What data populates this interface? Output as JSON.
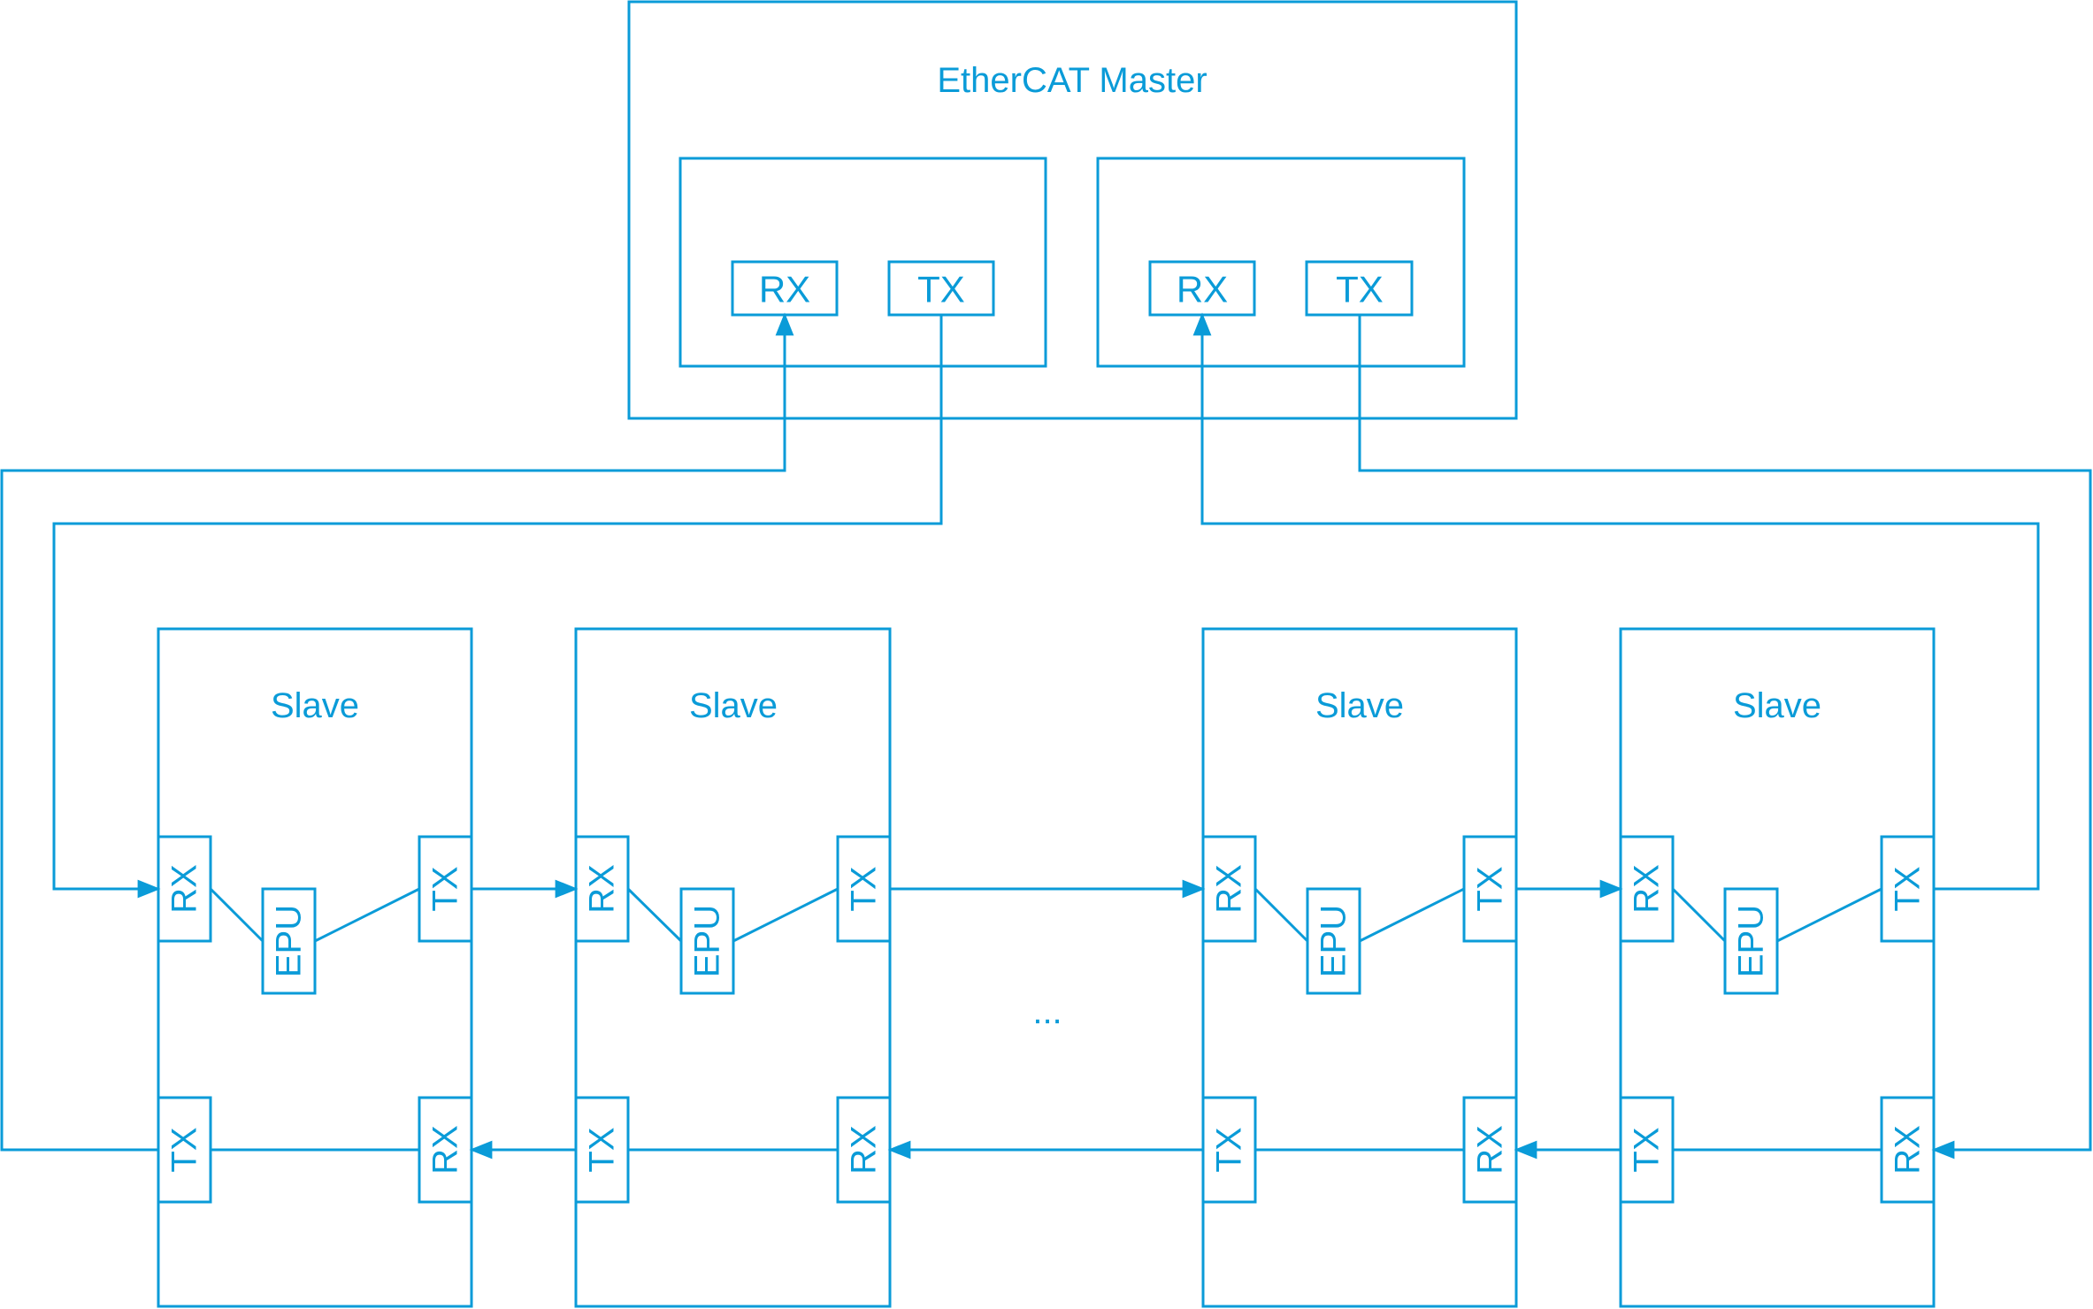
{
  "master": {
    "title": "EtherCAT Master",
    "ports": [
      {
        "rx": "RX",
        "tx": "TX"
      },
      {
        "rx": "RX",
        "tx": "TX"
      }
    ]
  },
  "slaves": [
    {
      "title": "Slave",
      "rx_top": "RX",
      "epu": "EPU",
      "tx_top": "TX",
      "tx_bottom": "TX",
      "rx_bottom": "RX"
    },
    {
      "title": "Slave",
      "rx_top": "RX",
      "epu": "EPU",
      "tx_top": "TX",
      "tx_bottom": "TX",
      "rx_bottom": "RX"
    },
    {
      "title": "Slave",
      "rx_top": "RX",
      "epu": "EPU",
      "tx_top": "TX",
      "tx_bottom": "TX",
      "rx_bottom": "RX"
    },
    {
      "title": "Slave",
      "rx_top": "RX",
      "epu": "EPU",
      "tx_top": "TX",
      "tx_bottom": "TX",
      "rx_bottom": "RX"
    }
  ],
  "ellipsis": "...",
  "colors": {
    "line": "#0a9bd8",
    "background": "#ffffff"
  }
}
